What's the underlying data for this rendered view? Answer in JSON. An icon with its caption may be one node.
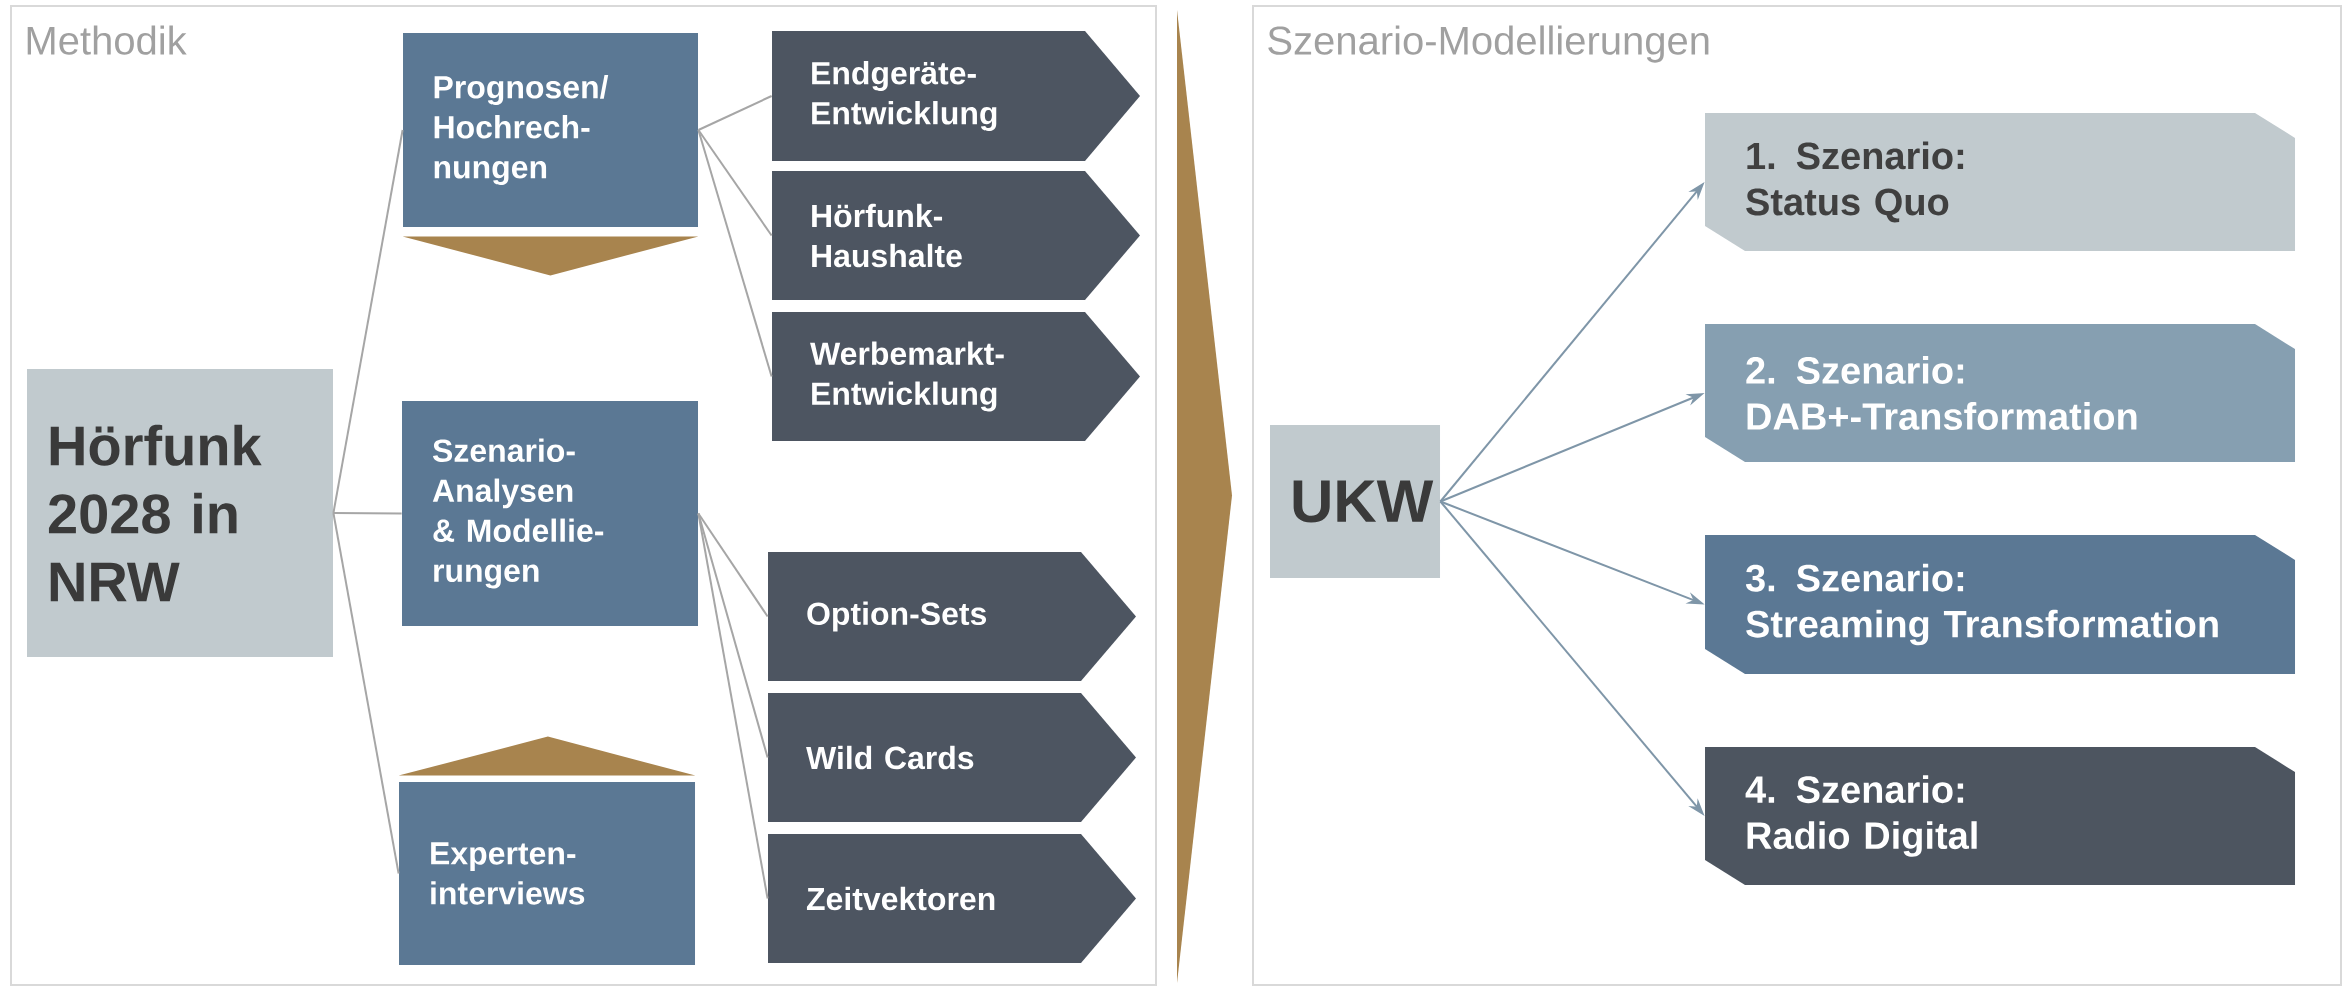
{
  "diagram": {
    "nodes": [
      {
        "text": [
          "Methodik"
        ]
      },
      {
        "text": [
          "Hörfunk 2028 in NRW"
        ],
        "in": 0
      },
      {
        "text": [
          "Prognosen/ Hochrech- nungen"
        ],
        "in": 0
      },
      {
        "text": [
          "Szenario- Analysen & Modellie- rungen"
        ],
        "in": 0
      },
      {
        "text": [
          "Experten- interviews"
        ],
        "in": 0
      },
      {
        "text": [
          "Endgeräte- Entwicklung"
        ],
        "in": 0
      },
      {
        "text": [
          "Hörfunk- Haushalte"
        ],
        "in": 0
      },
      {
        "text": [
          "Werbemarkt- Entwicklung"
        ],
        "in": 0
      },
      {
        "text": [
          "Option-Sets"
        ],
        "in": 0
      },
      {
        "text": [
          "Wild Cards"
        ],
        "in": 0
      },
      {
        "text": [
          "Zeitvektoren"
        ],
        "in": 0
      },
      {
        "text": [
          "Szenario-Modellierungen"
        ]
      },
      {
        "text": [
          "UKW"
        ],
        "in": 11
      },
      {
        "text": [
          "1. Szenario:",
          "Status Quo"
        ],
        "in": 11
      },
      {
        "text": [
          "2. Szenario:",
          "DAB+-Transformation"
        ],
        "in": 11
      },
      {
        "text": [
          "3. Szenario:",
          "Streaming Transformation"
        ],
        "in": 11
      },
      {
        "text": [
          "4. Szenario:",
          "Radio Digital"
        ],
        "in": 11
      }
    ],
    "edges": [
      {
        "from": 1,
        "to": 2,
        "arrow": "none"
      },
      {
        "from": 1,
        "to": 3,
        "arrow": "none"
      },
      {
        "from": 1,
        "to": 4,
        "arrow": "none"
      },
      {
        "from": 2,
        "to": 5,
        "arrow": "none"
      },
      {
        "from": 2,
        "to": 6,
        "arrow": "none"
      },
      {
        "from": 2,
        "to": 7,
        "arrow": "none"
      },
      {
        "from": 3,
        "to": 8,
        "arrow": "none"
      },
      {
        "from": 3,
        "to": 9,
        "arrow": "none"
      },
      {
        "from": 3,
        "to": 10,
        "arrow": "none"
      },
      {
        "from": 2,
        "to": 3,
        "arrow": "to",
        "style": "thick",
        "color": "#a8844e"
      },
      {
        "from": 4,
        "to": 3,
        "arrow": "to",
        "style": "thick",
        "color": "#a8844e"
      },
      {
        "from": 0,
        "to": 11,
        "arrow": "to",
        "style": "thick",
        "color": "#a8844e"
      },
      {
        "from": 12,
        "to": 13,
        "arrow": "to",
        "color": "#7f96a8"
      },
      {
        "from": 12,
        "to": 14,
        "arrow": "to",
        "color": "#7f96a8"
      },
      {
        "from": 12,
        "to": 15,
        "arrow": "to",
        "color": "#7f96a8"
      },
      {
        "from": 12,
        "to": 16,
        "arrow": "to",
        "color": "#7f96a8"
      }
    ]
  }
}
